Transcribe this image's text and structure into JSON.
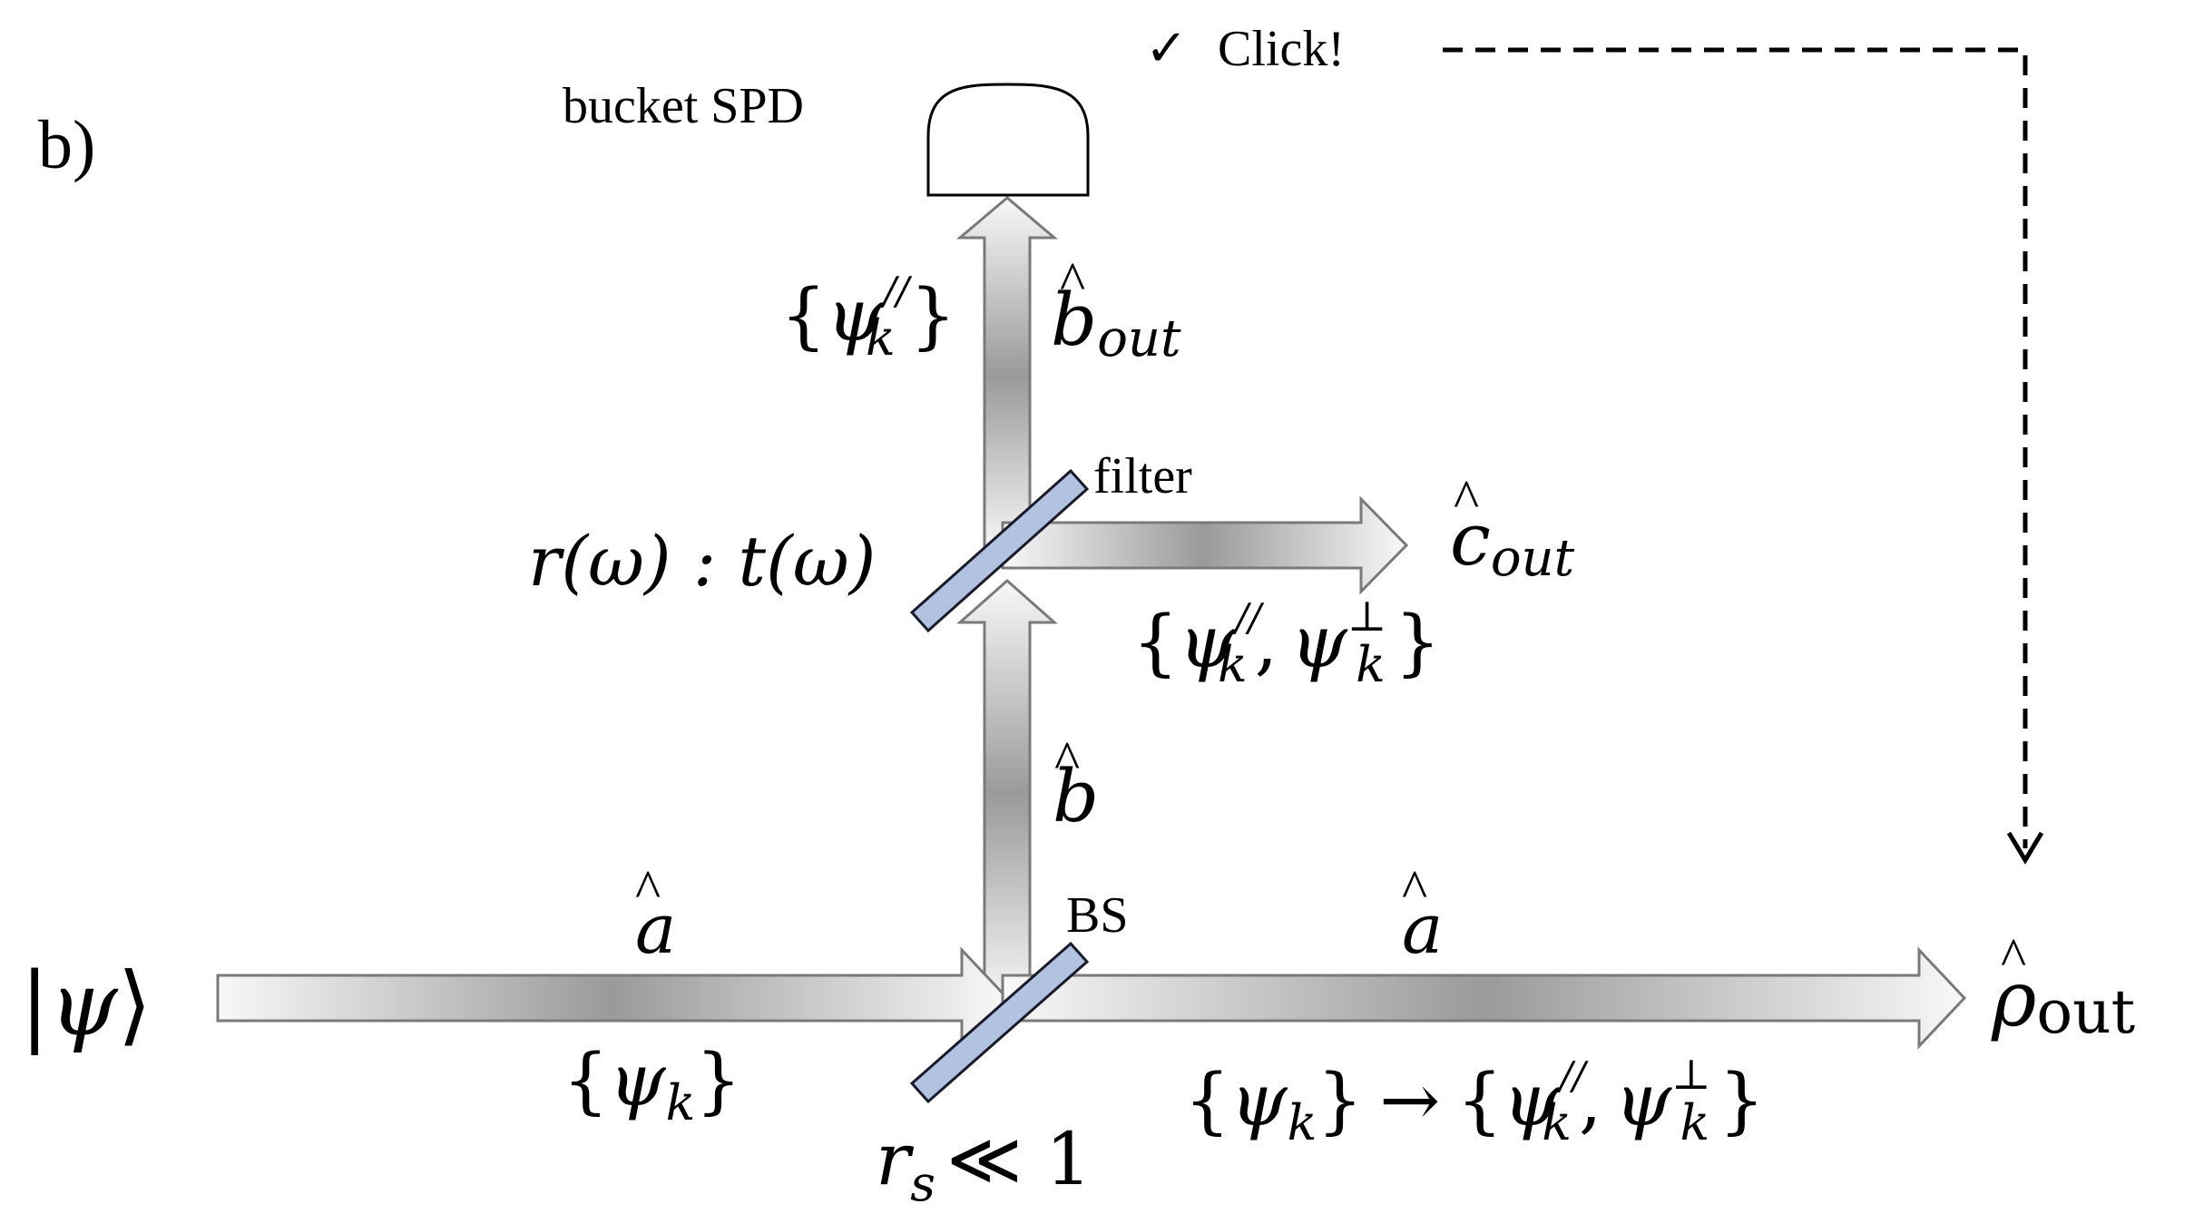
{
  "panel_label": "b)",
  "detector": {
    "label": "bucket SPD"
  },
  "click": {
    "check": "✓",
    "label": "Click!"
  },
  "input_state": {
    "bra": "|",
    "symbol": "ψ",
    "ket": "⟩"
  },
  "mode_a_in": {
    "op": "a",
    "hat": "^",
    "modes": [
      "{",
      "ψ",
      "k",
      "}"
    ]
  },
  "mode_b": {
    "op": "b",
    "hat": "^"
  },
  "beamsplitter": {
    "label": "BS",
    "ratio": [
      "r",
      "s",
      "≪ 1"
    ]
  },
  "filter": {
    "label": "filter",
    "ratio": "r(ω) : t(ω)"
  },
  "mode_b_out": {
    "op": "b",
    "hat": "^",
    "sub": "out",
    "modes": [
      "{",
      "ψ",
      "//",
      "k",
      "}"
    ]
  },
  "mode_c_out": {
    "op": "c",
    "hat": "^",
    "sub": "out",
    "modes": [
      "{",
      "ψ",
      "//",
      "k",
      ",",
      "ψ",
      "⊥",
      "k",
      "}"
    ]
  },
  "mode_a_out": {
    "op": "a",
    "hat": "^",
    "modes": [
      "{",
      "ψ",
      "k",
      "}",
      "→",
      "{",
      "ψ",
      "//",
      "k",
      ",",
      "ψ",
      "⊥",
      "k",
      "}"
    ]
  },
  "output": {
    "op": "ρ",
    "hat": "^",
    "sub": "out"
  },
  "colors": {
    "beam_light": "#f8f8f8",
    "beam_dark": "#9a9a9a",
    "beam_stroke": "#7a7a7a",
    "optic_fill": "#b2c3e2",
    "optic_stroke": "#1a1a2a",
    "ink": "#000000"
  }
}
